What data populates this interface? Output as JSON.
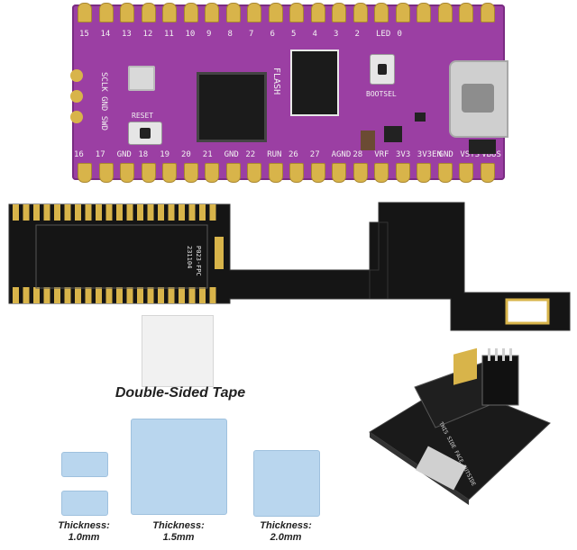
{
  "board": {
    "pins_top": [
      "15",
      "14",
      "13",
      "12",
      "11",
      "10",
      "9",
      "8",
      "7",
      "6",
      "5",
      "4",
      "3",
      "2",
      "LED",
      "0"
    ],
    "left_labels": "SCLK GND SWD",
    "chip_label": "FLASH",
    "reset_label": "RESET",
    "bootsel_label": "BOOTSEL",
    "bottom_labels": [
      "16",
      "17",
      "GND",
      "18",
      "19",
      "20",
      "21",
      "GND",
      "22",
      "RUN",
      "26",
      "27",
      "AGND",
      "28",
      "VRF",
      "3V3",
      "3V3EN",
      "GND",
      "VSYS",
      "VBUS"
    ]
  },
  "fpc": {
    "marking_1": "P023-FPC",
    "marking_2": "231104"
  },
  "tape": {
    "label": "Double-Sided Tape"
  },
  "thermal_pads": [
    {
      "label_1": "Thickness:",
      "label_2": "1.0mm"
    },
    {
      "label_1": "Thickness:",
      "label_2": "1.5mm"
    },
    {
      "label_1": "Thickness:",
      "label_2": "2.0mm"
    }
  ],
  "adapter": {
    "silk_text": "THIS SIDE FACE OUTSIDE"
  },
  "colors": {
    "board": "#9b3fa3",
    "gold": "#d8b44a",
    "fpc": "#151515",
    "thermal": "#b9d6ee"
  }
}
